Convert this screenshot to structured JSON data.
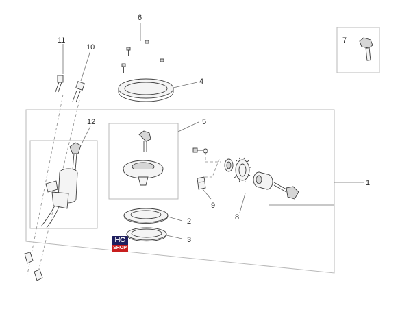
{
  "labels": {
    "l1": "1",
    "l2": "2",
    "l3": "3",
    "l4": "4",
    "l5": "5",
    "l6": "6",
    "l7": "7",
    "l8": "8",
    "l9": "9",
    "l10": "10",
    "l11": "11",
    "l12": "12"
  },
  "badge": {
    "line1": "HC",
    "line2": "SHOP"
  },
  "colors": {
    "line": "#3e3e3e",
    "frame": "#b9b9b9",
    "badge_bg": "#1f1f5e",
    "badge_accent": "#c81e1e"
  }
}
